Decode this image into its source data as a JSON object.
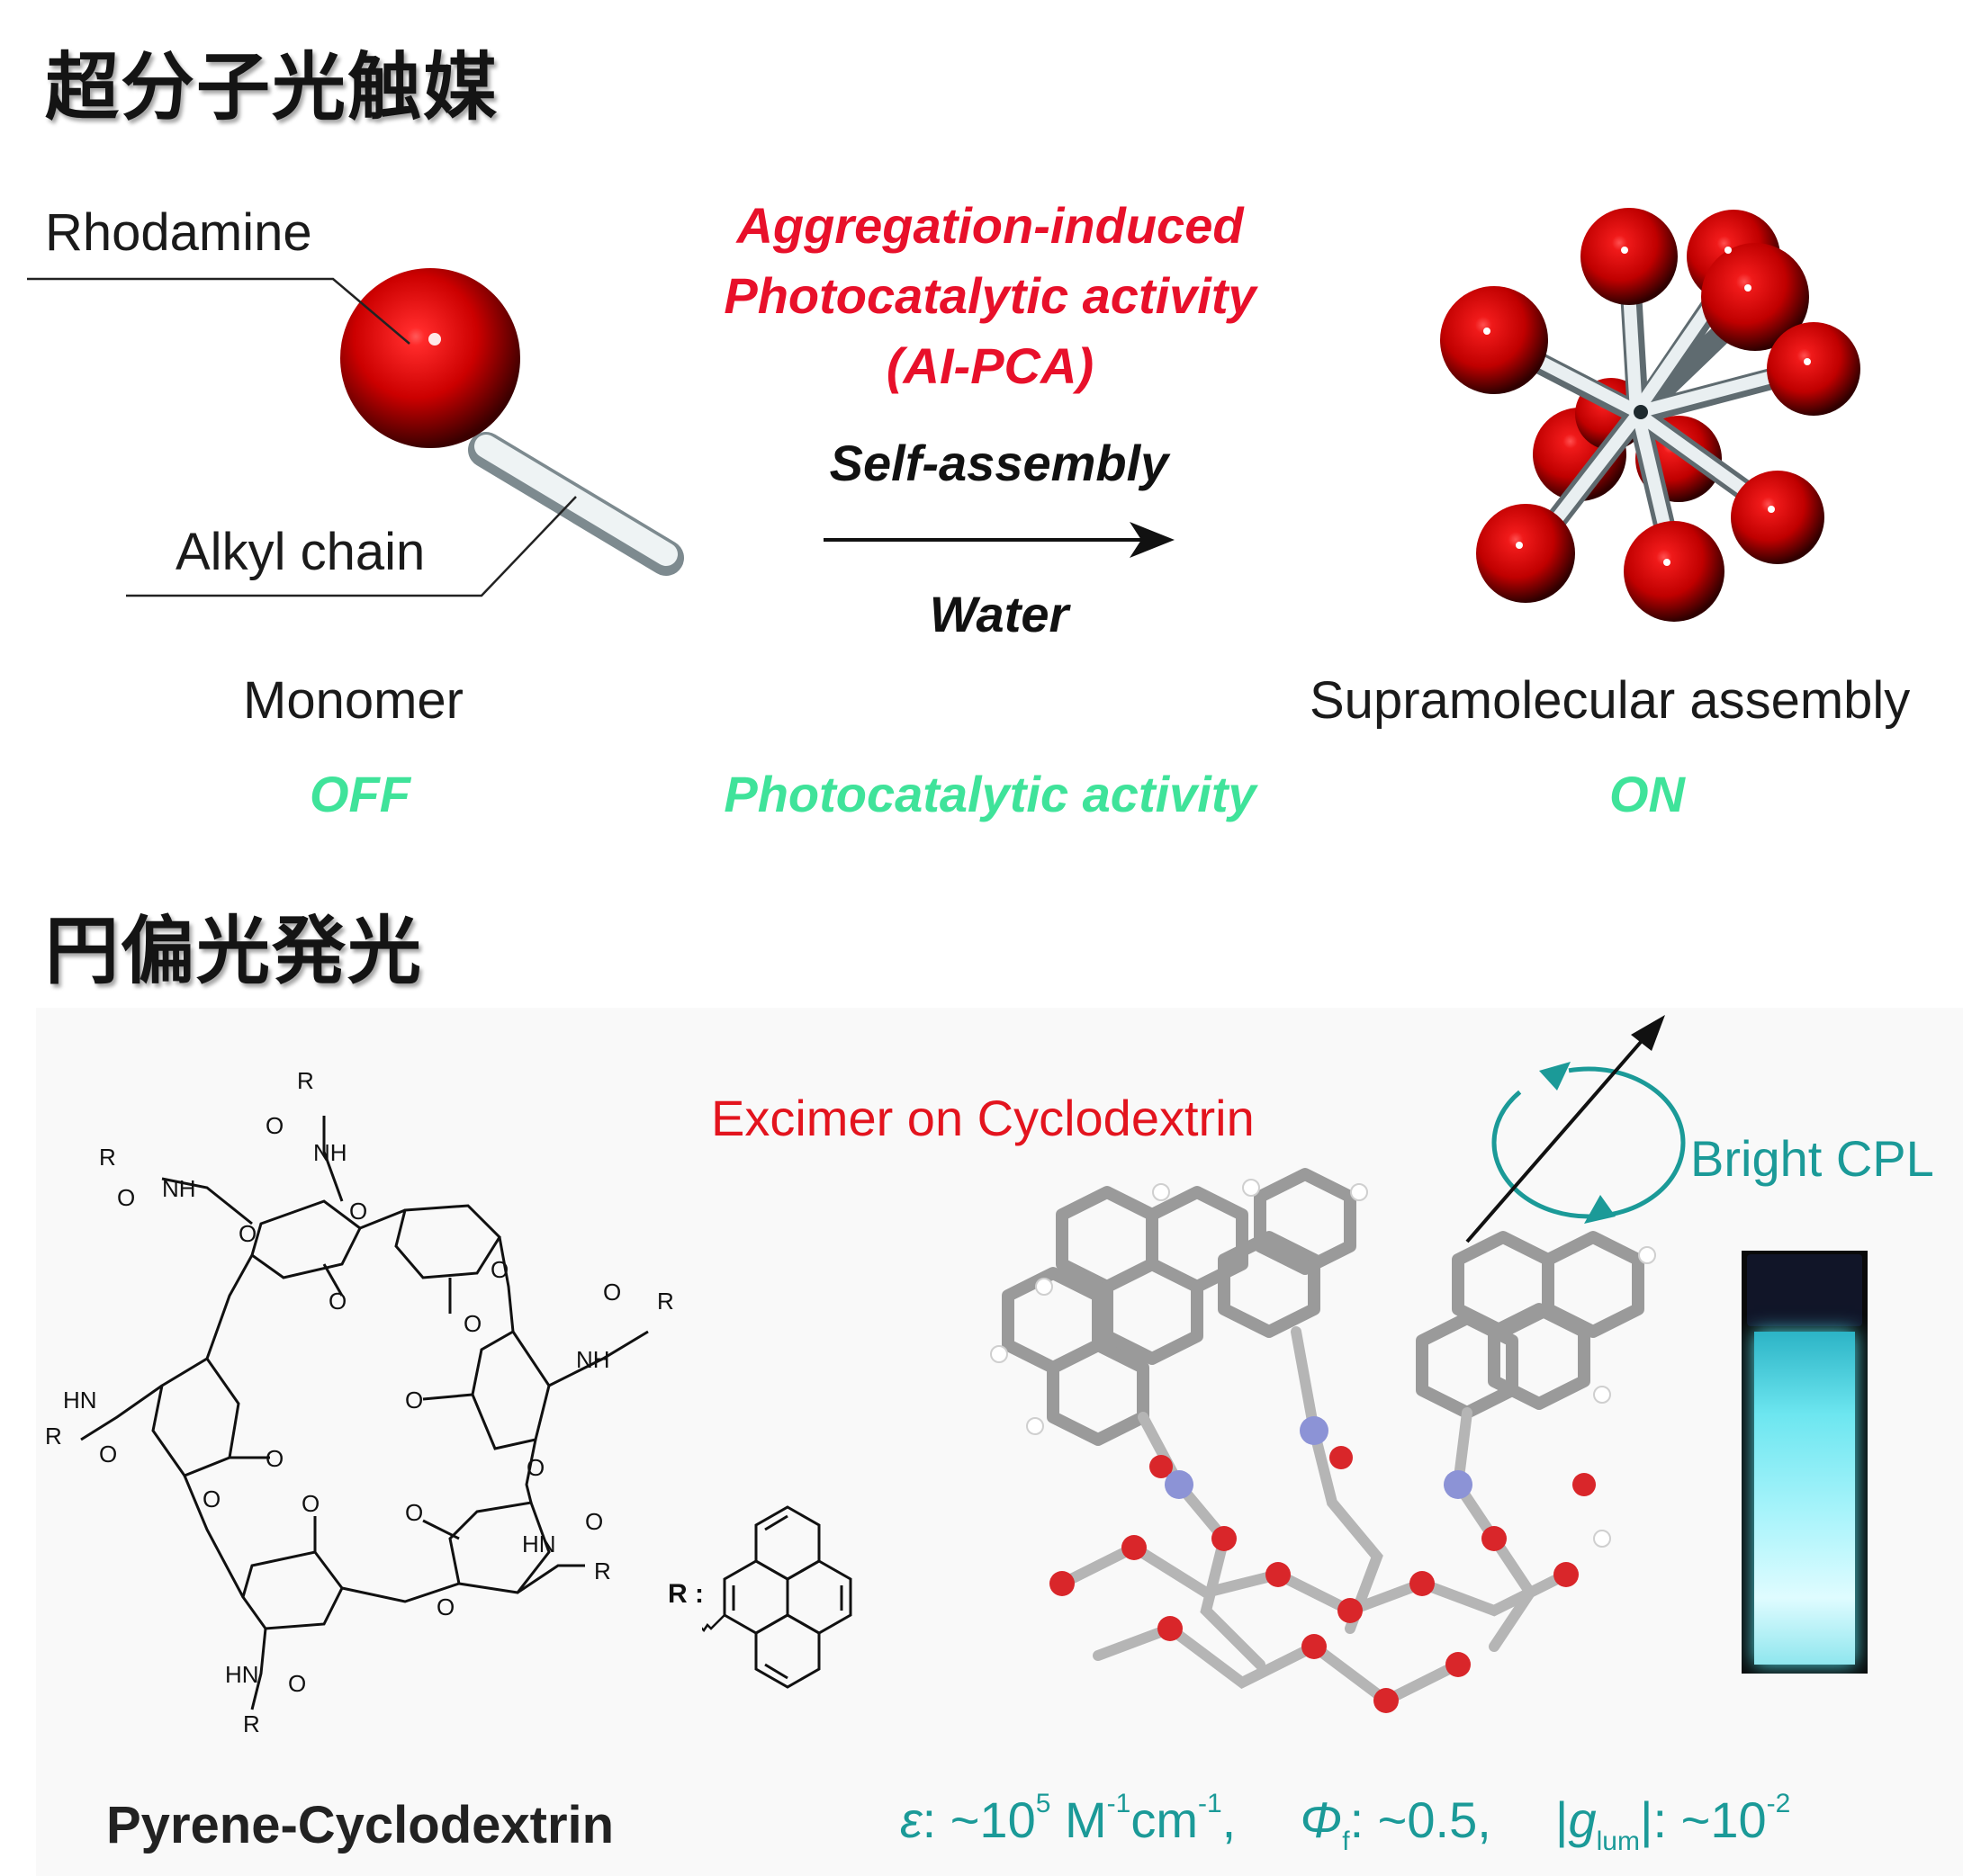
{
  "section1": {
    "title": "超分子光触媒",
    "rhodamine_label": "Rhodamine",
    "alkyl_label": "Alkyl chain",
    "aipca_line1": "Aggregation-induced",
    "aipca_line2": "Photocatalytic activity",
    "aipca_line3": "(AI-PCA)",
    "self_assembly": "Self-assembly",
    "water": "Water",
    "monomer": "Monomer",
    "supramolecular": "Supramolecular assembly",
    "off": "OFF",
    "photocatalytic_activity": "Photocatalytic activity",
    "on": "ON"
  },
  "section2": {
    "title": "円偏光発光",
    "excimer": "Excimer on Cyclodextrin",
    "bright_cpl": "Bright CPL",
    "compound_name": "Pyrene-Cyclodextrin",
    "r_label": "R :",
    "properties": {
      "epsilon_symbol": "ε",
      "epsilon_prefix": ": ~10",
      "epsilon_exp": "5",
      "epsilon_unit_M": " M",
      "epsilon_unit_exp1": "-1",
      "epsilon_unit_cm": "cm",
      "epsilon_unit_exp2": "-1",
      "sep1": ",",
      "phi_symbol": "Φ",
      "phi_sub": "f",
      "phi_value": ": ~0.5,",
      "g_bar_open": "|",
      "g_symbol": "g",
      "g_sub": "lum",
      "g_bar_close": "|",
      "g_value": ": ~10",
      "g_exp": "-2"
    },
    "structure_labels": {
      "R": "R",
      "O": "O",
      "NH": "NH",
      "HN": "HN",
      "methoxy": "O"
    }
  },
  "colors": {
    "red_accent": "#e8102a",
    "green_accent": "#3fe39a",
    "teal_accent": "#1b9a98",
    "sphere_red": "#d60000"
  }
}
